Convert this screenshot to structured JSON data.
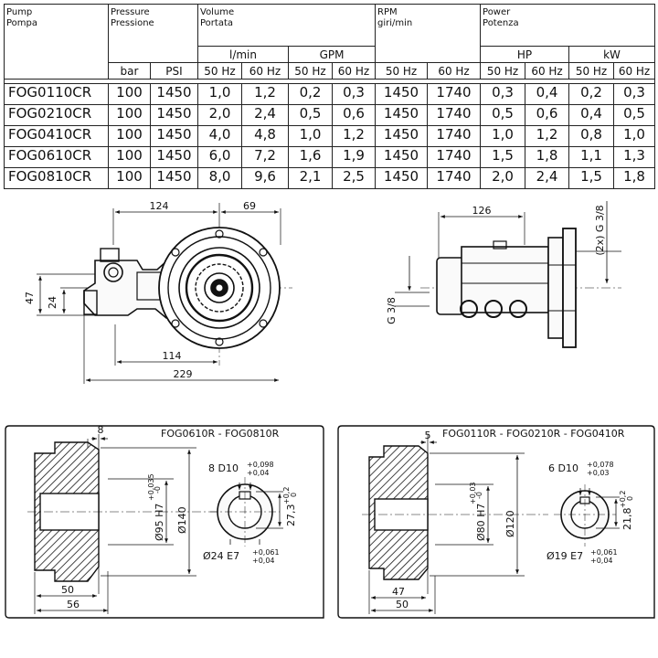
{
  "table": {
    "pump": {
      "en": "Pump",
      "it": "Pompa"
    },
    "pressure": {
      "en": "Pressure",
      "it": "Pressione",
      "units": [
        "bar",
        "PSI"
      ]
    },
    "volume": {
      "en": "Volume",
      "it": "Portata",
      "lmin": "l/min",
      "gpm": "GPM"
    },
    "rpm": {
      "en": "RPM",
      "it": "giri/min"
    },
    "power": {
      "en": "Power",
      "it": "Potenza",
      "hp": "HP",
      "kw": "kW"
    },
    "hz50": "50 Hz",
    "hz60": "60 Hz",
    "rows": [
      {
        "model": "FOG0110CR",
        "bar": "100",
        "psi": "1450",
        "l50": "1,0",
        "l60": "1,2",
        "g50": "0,2",
        "g60": "0,3",
        "r50": "1450",
        "r60": "1740",
        "hp50": "0,3",
        "hp60": "0,4",
        "kw50": "0,2",
        "kw60": "0,3"
      },
      {
        "model": "FOG0210CR",
        "bar": "100",
        "psi": "1450",
        "l50": "2,0",
        "l60": "2,4",
        "g50": "0,5",
        "g60": "0,6",
        "r50": "1450",
        "r60": "1740",
        "hp50": "0,5",
        "hp60": "0,6",
        "kw50": "0,4",
        "kw60": "0,5"
      },
      {
        "model": "FOG0410CR",
        "bar": "100",
        "psi": "1450",
        "l50": "4,0",
        "l60": "4,8",
        "g50": "1,0",
        "g60": "1,2",
        "r50": "1450",
        "r60": "1740",
        "hp50": "1,0",
        "hp60": "1,2",
        "kw50": "0,8",
        "kw60": "1,0"
      },
      {
        "model": "FOG0610CR",
        "bar": "100",
        "psi": "1450",
        "l50": "6,0",
        "l60": "7,2",
        "g50": "1,6",
        "g60": "1,9",
        "r50": "1450",
        "r60": "1740",
        "hp50": "1,5",
        "hp60": "1,8",
        "kw50": "1,1",
        "kw60": "1,3"
      },
      {
        "model": "FOG0810CR",
        "bar": "100",
        "psi": "1450",
        "l50": "8,0",
        "l60": "9,6",
        "g50": "2,1",
        "g60": "2,5",
        "r50": "1450",
        "r60": "1740",
        "hp50": "2,0",
        "hp60": "2,4",
        "kw50": "1,5",
        "kw60": "1,8"
      }
    ]
  },
  "drawing_front": {
    "d124": "124",
    "d69": "69",
    "d47": "47",
    "d24": "24",
    "d114": "114",
    "d229": "229"
  },
  "drawing_side": {
    "d126": "126",
    "thread_top": "(2x) G 3/8",
    "thread_side": "G 3/8"
  },
  "detail_left": {
    "title": "FOG0610R - FOG0810R",
    "d8": "8",
    "key": "8 D10",
    "key_tol_hi": "+0,098",
    "key_tol_lo": "+0,04",
    "dia95": "Ø95 H7",
    "dia95_tol_hi": "+0,035",
    "dia95_tol_lo": "-0",
    "dia140": "Ø140",
    "h27": "27,3",
    "h27_tol_hi": "+0,2",
    "h27_tol_lo": "0",
    "shaft": "Ø24 E7",
    "shaft_tol_hi": "+0,061",
    "shaft_tol_lo": "+0,04",
    "d50": "50",
    "d56": "56"
  },
  "detail_right": {
    "title": "FOG0110R - FOG0210R - FOG0410R",
    "d5": "5",
    "key": "6 D10",
    "key_tol_hi": "+0,078",
    "key_tol_lo": "+0,03",
    "dia80": "Ø80 H7",
    "dia80_tol_hi": "+0,03",
    "dia80_tol_lo": "-0",
    "dia120": "Ø120",
    "h21": "21,8",
    "h21_tol_hi": "+0,2",
    "h21_tol_lo": "0",
    "shaft": "Ø19 E7",
    "shaft_tol_hi": "+0,061",
    "shaft_tol_lo": "+0,04",
    "d47": "47",
    "d50": "50"
  }
}
